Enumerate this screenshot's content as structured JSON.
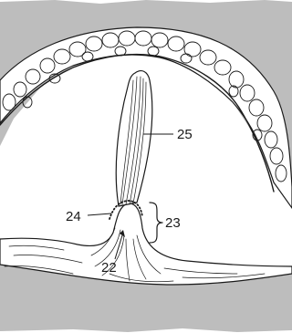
{
  "labels": {
    "l25": "25",
    "l24": "24",
    "l23": "23",
    "l22": "22"
  },
  "colors": {
    "background_band": "#bdbdbd",
    "ink": "#1a1a1a",
    "paper": "#ffffff"
  }
}
